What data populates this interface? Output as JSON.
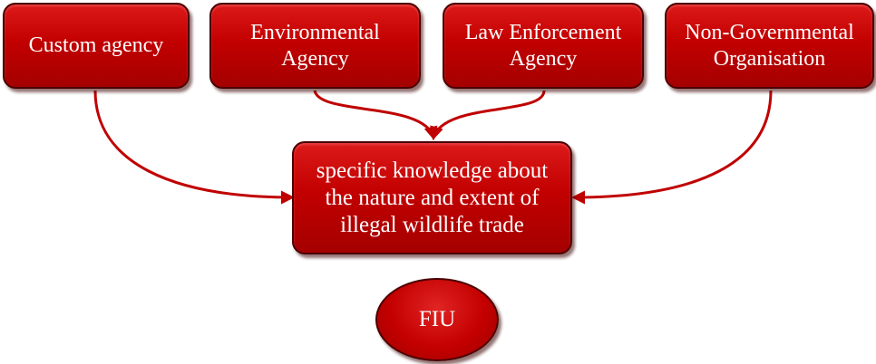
{
  "diagram": {
    "sources": [
      {
        "label": "Custom agency"
      },
      {
        "label": "Environmental\nAgency"
      },
      {
        "label": "Law Enforcement\nAgency"
      },
      {
        "label": "Non-Governmental\nOrganisation"
      }
    ],
    "center": {
      "label": "specific knowledge about\nthe nature and extent of\nillegal wildlife trade"
    },
    "fiu": {
      "label": "FIU"
    },
    "colors": {
      "box_fill": "#c20000",
      "box_border": "#4a0000",
      "connector": "#c00000",
      "text": "#ffffff"
    }
  }
}
